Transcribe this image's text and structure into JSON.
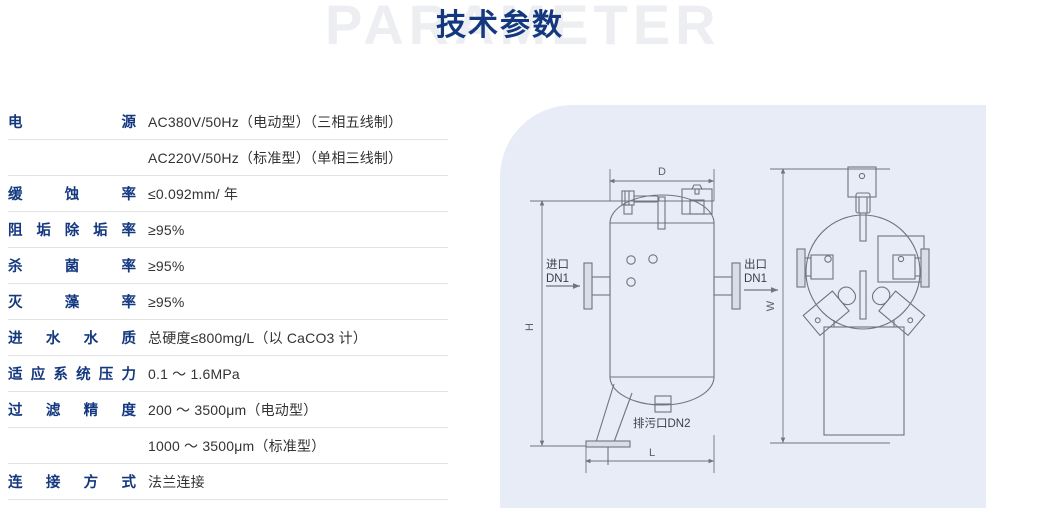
{
  "header": {
    "title": "技术参数",
    "watermark": "PARAMETER",
    "title_color": "#14387f",
    "watermark_color": "#eceef1"
  },
  "spec_table": {
    "label_color": "#14387f",
    "value_color": "#333333",
    "divider_color": "#e2e2e2",
    "rows": [
      {
        "label_chars": [
          "电",
          "源"
        ],
        "label": "电源",
        "value": "AC380V/50Hz（电动型）（三相五线制）"
      },
      {
        "label_chars": [],
        "label": "",
        "value": "AC220V/50Hz（标准型）（单相三线制）"
      },
      {
        "label_chars": [
          "缓",
          "蚀",
          "率"
        ],
        "label": "缓蚀率",
        "value": "≤0.092mm/ 年"
      },
      {
        "label_chars": [
          "阻",
          "垢",
          "除",
          "垢",
          "率"
        ],
        "label": "阻垢除垢率",
        "value": "≥95%"
      },
      {
        "label_chars": [
          "杀",
          "菌",
          "率"
        ],
        "label": "杀菌率",
        "value": "≥95%"
      },
      {
        "label_chars": [
          "灭",
          "藻",
          "率"
        ],
        "label": "灭藻率",
        "value": "≥95%"
      },
      {
        "label_chars": [
          "进",
          "水",
          "水",
          "质"
        ],
        "label": "进水水质",
        "value": "总硬度≤800mg/L（以 CaCO3 计）"
      },
      {
        "label_chars": [
          "适",
          "应",
          "系",
          "统",
          "压",
          "力"
        ],
        "label": "适应系统压力",
        "value": "0.1 ～ 1.6MPa"
      },
      {
        "label_chars": [
          "过",
          "滤",
          "精",
          "度"
        ],
        "label": "过滤精度",
        "value": "200 ～ 3500μm（电动型）"
      },
      {
        "label_chars": [],
        "label": "",
        "value": "1000 ～ 3500μm（标准型）"
      },
      {
        "label_chars": [
          "连",
          "接",
          "方",
          "式"
        ],
        "label": "连接方式",
        "value": "法兰连接"
      }
    ]
  },
  "diagram": {
    "panel_color": "#e7ecf6",
    "line_color": "#6f7480",
    "front_view": {
      "dim_diameter": "D",
      "dim_height": "H",
      "dim_length": "L",
      "inlet_label_1": "进口",
      "inlet_label_2": "DN1",
      "outlet_label_1": "出口",
      "outlet_label_2": "DN1",
      "drain_label": "排污口DN2"
    },
    "top_view": {
      "dim_width": "W"
    }
  }
}
